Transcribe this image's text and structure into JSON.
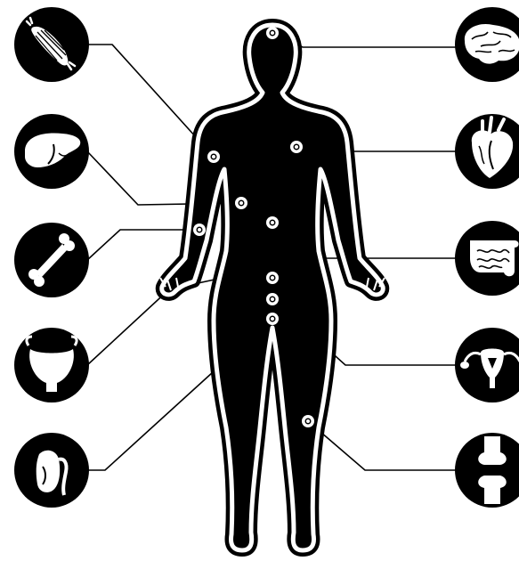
{
  "theme": {
    "ink": "#000000",
    "paper": "#ffffff"
  },
  "figure": {
    "subject": "human-body-silhouette"
  },
  "organs_left": [
    {
      "name": "muscle",
      "icon": "muscle-icon"
    },
    {
      "name": "liver",
      "icon": "liver-icon"
    },
    {
      "name": "bone",
      "icon": "bone-icon"
    },
    {
      "name": "bladder",
      "icon": "bladder-icon"
    },
    {
      "name": "testis",
      "icon": "testis-icon"
    }
  ],
  "organs_right": [
    {
      "name": "brain",
      "icon": "brain-icon"
    },
    {
      "name": "heart",
      "icon": "heart-icon"
    },
    {
      "name": "intestine",
      "icon": "intestine-icon"
    },
    {
      "name": "uterus",
      "icon": "uterus-icon"
    },
    {
      "name": "joint",
      "icon": "knee-joint-icon"
    }
  ]
}
